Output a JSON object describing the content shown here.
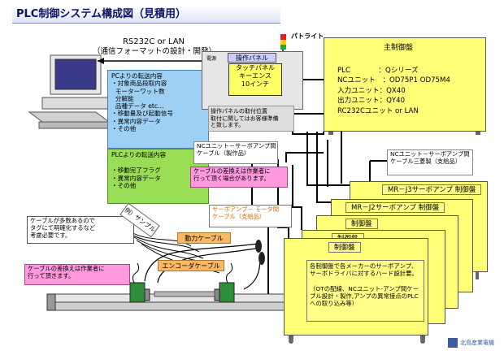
{
  "title": "PLC制御システム構成図（見積用）",
  "communication": {
    "label": "RS232C or LAN",
    "sub_label": "（通信フォーマットの設計・開発）"
  },
  "pc_transfer": {
    "heading": "PCよりの転送内容",
    "lines": [
      "・対象商品段取内容",
      "  モーターワット数",
      "  分解能",
      "  品種データ etc…",
      "・移動量及び起動信号",
      "・異常内容データ",
      "・その他"
    ]
  },
  "plc_transfer": {
    "heading": "PLCよりの転送内容",
    "lines": [
      "・移動完了フラグ",
      "・異常内容データ",
      "・その他"
    ]
  },
  "operation_panel": {
    "title": "操作パネル",
    "screen_lines": [
      "タッチパネル",
      "キーエンス",
      "10インチ"
    ],
    "note": "操作パネルの取付位置\n取付に関してはお客様準備\nと致します。",
    "power_label": "電源"
  },
  "patlite_label": "パトライト",
  "main_cabinet": {
    "title": "主制御盤",
    "spec_lines": [
      "PLC　　　　：Qシリーズ",
      "NCユニット　：OD75P1 OD75M4",
      "入力ユニット：QX40",
      "出力ユニット：QY40",
      "RC232Cユニット or LAN"
    ]
  },
  "nc_amp_cable_1": "NCユニット－サーボアンプ間\nケーブル（製作品）",
  "nc_amp_cable_2": "NCユニット－サーボアンプ間\nケーブル三菱製（支給品）",
  "cable_swap_note_1": "ケーブルの差換えは作業者に\n行って頂く場合があります。",
  "cable_swap_note_2": "ケーブルの差換えは作業者に\n行って頂きます。",
  "cable_tag_note": "ケーブルが多数あるので\nタグにて明確化するなど\n考慮必要です。",
  "tag_sample": "例）サンプル",
  "servo_cable": "サーボアンプ－ モータ間\nケーブル（支給品）",
  "power_cable": "動力ケーブル",
  "encoder_cable": "エンコーダケーブル",
  "sub_cabinets": {
    "mr_j3": "MR－J3サーボアンプ 制御盤",
    "mr_j2": "MR－J2サーボアンプ 制御盤",
    "cab_3": "制御盤",
    "cab_4": "制御盤",
    "control": "制御盤"
  },
  "control_desc": "各制御盤で各メーカーのサーボアンプ、サーボドライバに対するハード設計要。\n\n（OTの配線、NCユニット-アンプ間ケーブル設計・製作,アンプの異常接点のPLCへの取り込み等）",
  "logo": "北島産業電機",
  "colors": {
    "pc_box": "#9ed0f4",
    "plc_box": "#99dd55",
    "cabinet": "#ffff77",
    "pink_note": "#ff99dd",
    "cable_label": "#f8b864",
    "touch_panel": "#ffff66"
  }
}
